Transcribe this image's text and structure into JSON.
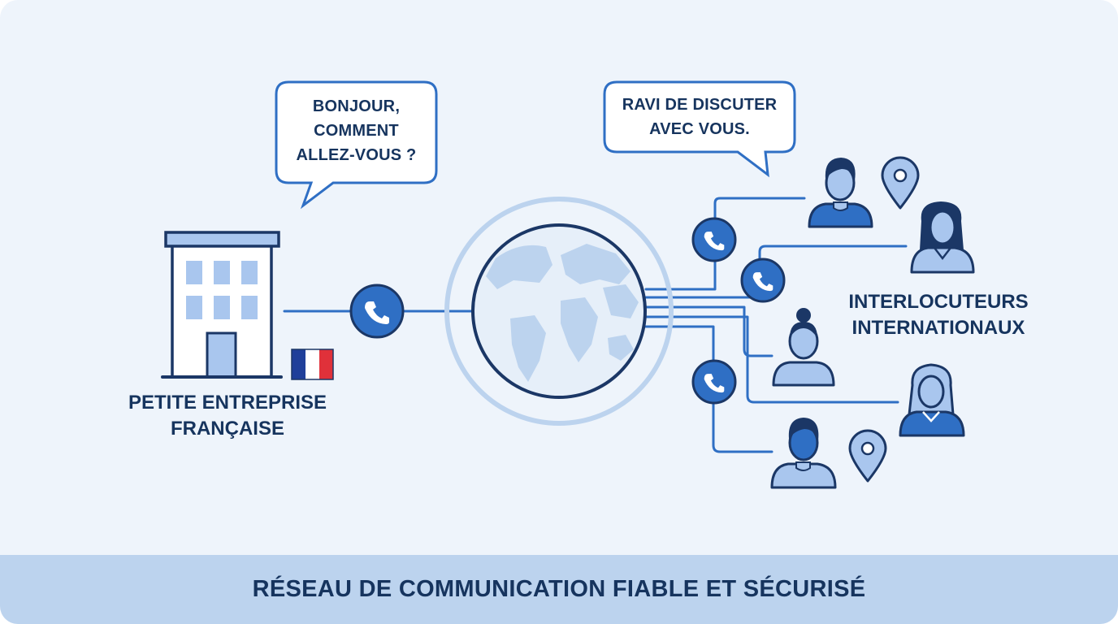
{
  "bubbles": {
    "left": {
      "lines": [
        "BONJOUR,",
        "COMMENT",
        "ALLEZ-VOUS ?"
      ]
    },
    "right": {
      "lines": [
        "RAVI DE DISCUTER",
        "AVEC VOUS."
      ]
    }
  },
  "labels": {
    "company": [
      "PETITE ENTREPRISE",
      "FRANÇAISE"
    ],
    "contacts": [
      "INTERLOCUTEURS",
      "INTERNATIONAUX"
    ]
  },
  "footer": {
    "text": "RÉSEAU DE COMMUNICATION FIABLE ET SÉCURISÉ"
  },
  "colors": {
    "background": "#eef4fb",
    "dark_navy": "#1b3766",
    "primary_blue": "#2f6fc4",
    "light_blue": "#a9c6ee",
    "footer_band": "#bcd3ee",
    "flag_blue": "#1f3f9a",
    "flag_red": "#e0313a"
  },
  "icons": [
    "building-icon",
    "france-flag-icon",
    "phone-icon",
    "globe-icon",
    "person-icon",
    "location-pin-icon",
    "speech-bubble-icon"
  ]
}
